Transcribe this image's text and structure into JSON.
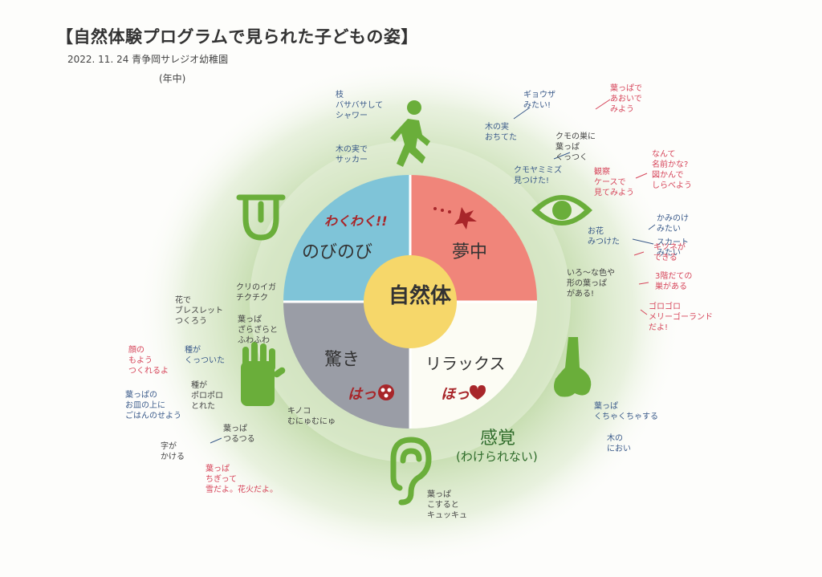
{
  "header": {
    "title": "【自然体験プログラムで見られた子どもの姿】",
    "date_school": "2022. 11. 24 青争岡サレジオ幼稚園",
    "class": "(年中)"
  },
  "wheel": {
    "center": "自然体",
    "q1_label": "のびのび",
    "q1_exclaim": "わくわく!!",
    "q2_label": "夢中",
    "q3_label": "リラックス",
    "q3_exclaim": "ほっ",
    "q4_label": "驚き",
    "q4_exclaim": "はっ",
    "ring_label": "感覚",
    "ring_sub": "(わけられない)"
  },
  "icons": {
    "walk": "walking-person",
    "tongue": "tongue",
    "eye": "eye",
    "nose": "nose",
    "ear": "ear",
    "hand": "hand"
  },
  "notes": {
    "n_eda": "枝\nバサバサして\nシャワー",
    "n_soccer": "木の実で\nサッカー",
    "n_gyoza": "ギョウザ\nみたい!",
    "n_konomi": "木の実\nおちてた",
    "n_happa_aoi": "葉っぱで\nあおいで\nみよう",
    "n_kumo": "クモの巣に\n葉っぱ\nくっつく",
    "n_kumomimizu": "クモヤミミズ\n見つけた!",
    "n_kansatsu": "観察\nケースで\n見てみよう",
    "n_namae": "なんて\n名前かな?\n図かんで\nしらべよう",
    "n_ohana": "お花\nみつけた",
    "n_kaminoke": "かみのけ\nみたい",
    "n_skirt": "スカート\nみたい",
    "n_iroiro": "いろ〜な色や\n形の葉っぱ\nがある!",
    "n_kitsune": "キツネが\nできる",
    "n_3kai": "3階だての\n巣がある",
    "n_gorogoro": "ゴロゴロ\nメリーゴーランド\nだよ!",
    "n_kuchakucha": "葉っぱ\nくちゃくちゃする",
    "n_kinonioi": "木の\nにおい",
    "n_kosuru": "葉っぱ\nこすると\nキュッキュ",
    "n_kurinoiga": "クリのイガ\nチクチク",
    "n_zarazara": "葉っぱ\nざらざらと\nふわふわ",
    "n_bracelet": "花で\nブレスレット\nつくろう",
    "n_kao": "顔の\nもよう\nつくれるよ",
    "n_tane": "種が\nくっついた",
    "n_popo": "種が\nポロポロ\nとれた",
    "n_osara": "葉っぱの\nお皿の上に\nごはんのせよう",
    "n_kinoko": "キノコ\nむにゅむにゅ",
    "n_tsurutsuru": "葉っぱ\nつるつる",
    "n_ji": "字が\nかける",
    "n_hanabi": "葉っぱ\nちぎって\n雪だよ。花火だよ。"
  },
  "colors": {
    "q1": "#7fc4d8",
    "q2": "#f0857a",
    "q3": "#fcfcf4",
    "q4": "#9a9da6",
    "center": "#f6d76a",
    "ring": "#e9f1de",
    "glow": "#7fb15a",
    "icon": "#6aae3a",
    "exclaim": "#a8262a"
  }
}
